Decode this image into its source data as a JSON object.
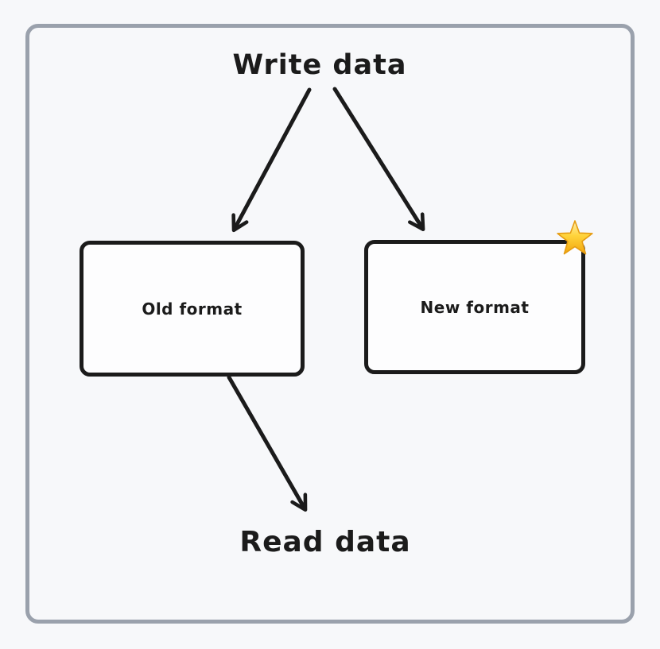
{
  "diagram": {
    "top_label": "Write data",
    "bottom_label": "Read data",
    "boxes": [
      {
        "label": "Old format"
      },
      {
        "label": "New format",
        "badge": "star"
      }
    ],
    "icons": {
      "star": "⭐"
    },
    "colors": {
      "background": "#f7f8fa",
      "frame_border": "#9aa1ac",
      "stroke": "#1b1b1b",
      "box_fill": "#fdfdfe",
      "star_top": "#ffe9a6",
      "star_mid": "#ffd43b",
      "star_bottom": "#f2a50c",
      "star_edge": "#e59c12"
    }
  }
}
